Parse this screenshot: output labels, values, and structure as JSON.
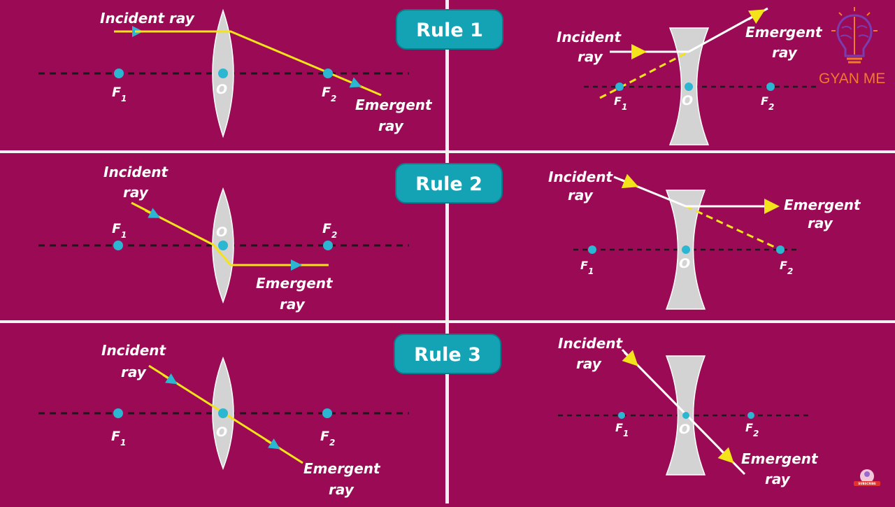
{
  "rules": [
    {
      "label": "Rule 1"
    },
    {
      "label": "Rule 2"
    },
    {
      "label": "Rule 3"
    }
  ],
  "labels": {
    "incident_ray": "Incident ray",
    "incident": "Incident",
    "ray": "ray",
    "emergent": "Emergent",
    "focus_letter": "F",
    "focus_1": "1",
    "focus_2": "2",
    "optical_centre": "O"
  },
  "brand": {
    "name": "GYAN ME",
    "subscribe": "SUBSCRIBE"
  },
  "colors": {
    "background": "#9a0a55",
    "divider": "#f2f2f2",
    "convex_ray": "#f2e31a",
    "concave_ray": "#ffffff",
    "dashed_extension": "#f2e31a",
    "convex_arrow": "#2bb6d1",
    "concave_arrow": "#f2e31a",
    "focus_point": "#2bb6d1",
    "lens_fill": "#d3d3d3",
    "rule_badge": "#13a3b5",
    "brand_orange": "#f07a2c",
    "brand_purple": "#7a3db0"
  }
}
